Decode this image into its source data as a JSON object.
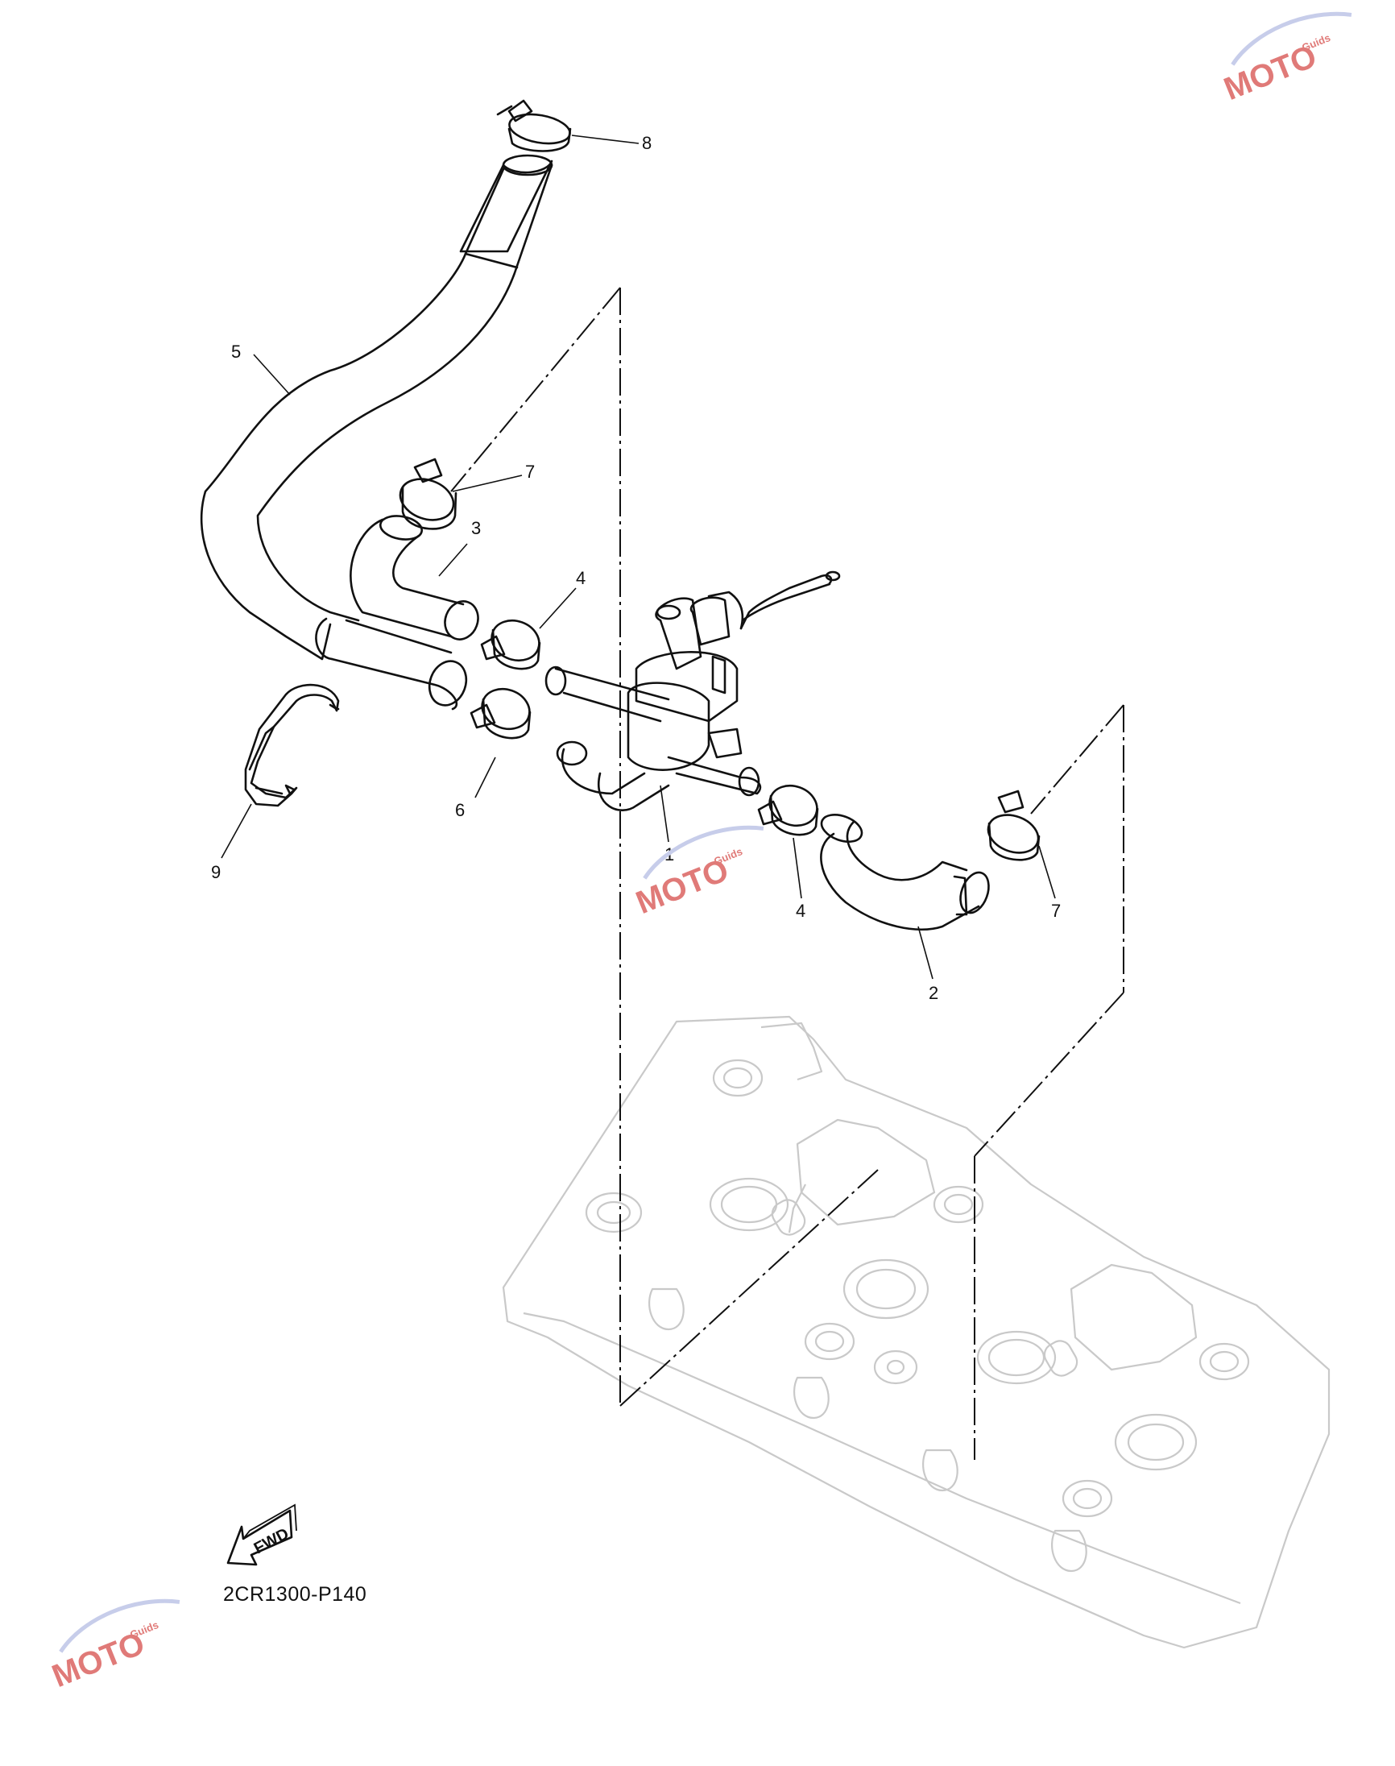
{
  "diagram_code": "2CR1300-P140",
  "fwd_label": "FWD",
  "callouts": [
    {
      "id": "c1",
      "label": "1"
    },
    {
      "id": "c2",
      "label": "2"
    },
    {
      "id": "c3",
      "label": "3"
    },
    {
      "id": "c4a",
      "label": "4"
    },
    {
      "id": "c4b",
      "label": "4"
    },
    {
      "id": "c5",
      "label": "5"
    },
    {
      "id": "c6",
      "label": "6"
    },
    {
      "id": "c7a",
      "label": "7"
    },
    {
      "id": "c7b",
      "label": "7"
    },
    {
      "id": "c8",
      "label": "8"
    },
    {
      "id": "c9",
      "label": "9"
    }
  ],
  "watermark": {
    "brand": "MOTO",
    "sub": "Guids",
    "color": "#d9534f"
  }
}
